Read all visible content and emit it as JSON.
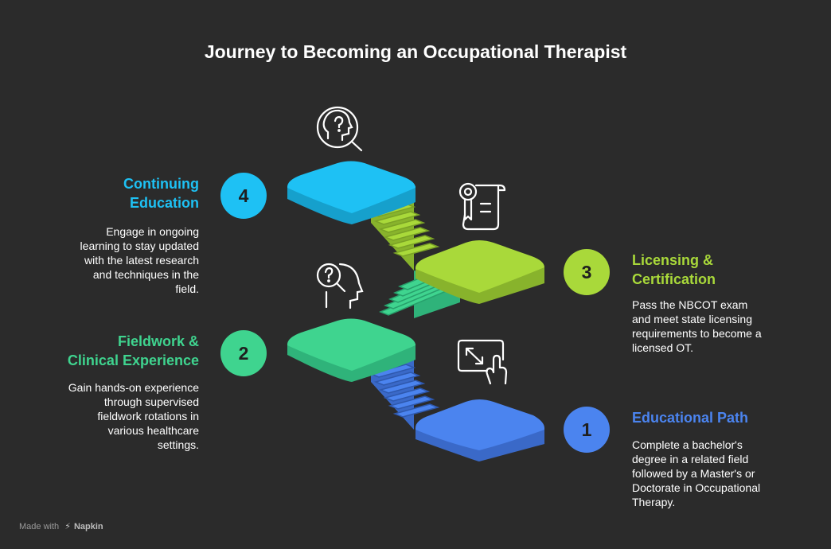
{
  "title": "Journey to Becoming an Occupational Therapist",
  "colors": {
    "background": "#2b2b2b",
    "blue": "#4b84ef",
    "green": "#3fd48f",
    "lime": "#a9d93a",
    "cyan": "#1ec1f4"
  },
  "steps": [
    {
      "number": "1",
      "heading": "Educational Path",
      "description": [
        "Complete a bachelor's",
        "degree in a related field",
        "followed by a Master's or",
        "Doctorate in Occupational",
        "Therapy."
      ],
      "color": "#4b84ef",
      "icon": "expand-touch-icon"
    },
    {
      "number": "2",
      "heading": [
        "Fieldwork &",
        "Clinical Experience"
      ],
      "description": [
        "Gain hands-on experience",
        "through supervised",
        "fieldwork rotations in",
        "various healthcare",
        "settings."
      ],
      "color": "#3fd48f",
      "icon": "head-question-icon"
    },
    {
      "number": "3",
      "heading": [
        "Licensing &",
        "Certification"
      ],
      "description": [
        "Pass the NBCOT exam",
        "and meet state licensing",
        "requirements to become a",
        "licensed OT."
      ],
      "color": "#a9d93a",
      "icon": "certificate-scroll-icon"
    },
    {
      "number": "4",
      "heading": [
        "Continuing",
        "Education"
      ],
      "description": [
        "Engage in ongoing",
        "learning to stay updated",
        "with the latest research",
        "and techniques in the",
        "field."
      ],
      "color": "#1ec1f4",
      "icon": "search-head-icon"
    }
  ],
  "watermark": {
    "prefix": "Made with",
    "brand": "Napkin"
  }
}
